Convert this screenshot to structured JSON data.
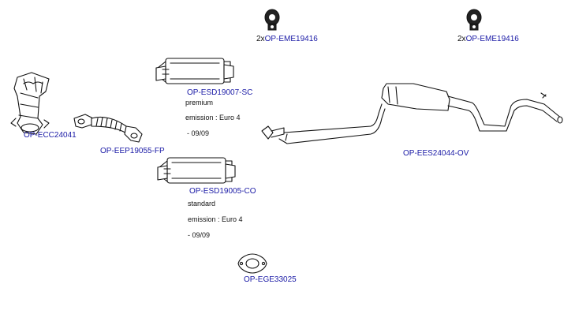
{
  "parts": {
    "catalyst": {
      "code": "OP-ECC24041"
    },
    "flex_pipe": {
      "code": "OP-EEP19055-FP"
    },
    "dpf_premium": {
      "code": "OP-ESD19007-SC",
      "grade": "premium",
      "emission": "emission : Euro 4",
      "date": "- 09/09"
    },
    "dpf_standard": {
      "code": "OP-ESD19005-CO",
      "grade": "standard",
      "emission": "emission : Euro 4",
      "date": "- 09/09"
    },
    "mount_left": {
      "qty": "2x",
      "code": "OP-EME19416"
    },
    "mount_right": {
      "qty": "2x",
      "code": "OP-EME19416"
    },
    "rear_silencer": {
      "code": "OP-EES24044-OV"
    },
    "gasket": {
      "code": "OP-EGE33025"
    }
  }
}
